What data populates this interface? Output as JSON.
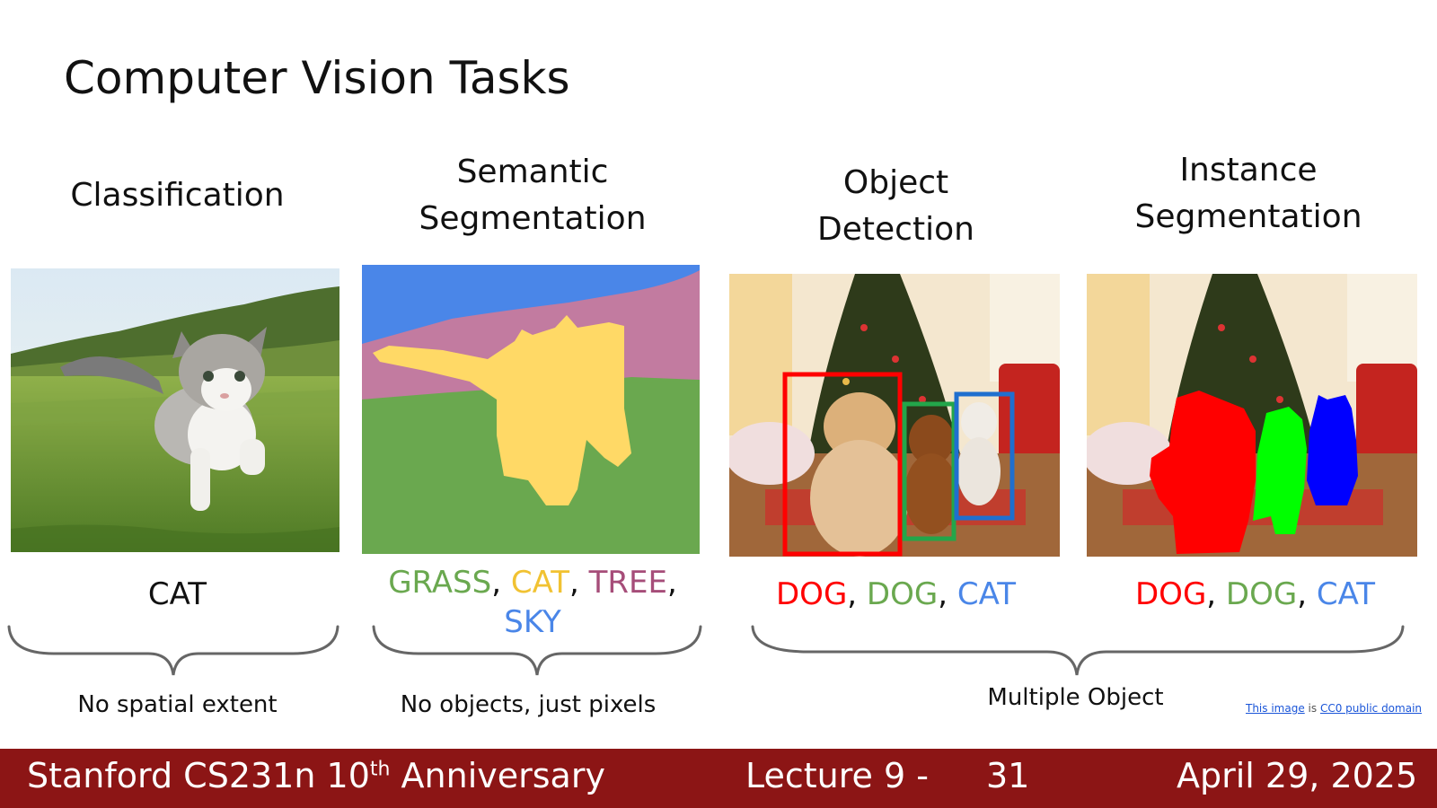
{
  "slide": {
    "title": "Computer Vision Tasks",
    "columns": [
      {
        "heading": [
          "Classification"
        ],
        "labels": [
          {
            "text": "CAT",
            "color": "#111111"
          }
        ]
      },
      {
        "heading": [
          "Semantic",
          "Segmentation"
        ],
        "labels": [
          {
            "text": "GRASS",
            "color": "#6aa84f"
          },
          {
            "text": "CAT",
            "color": "#f1c232"
          },
          {
            "text": "TREE",
            "color": "#a64d79"
          },
          {
            "text": "SKY",
            "color": "#4a86e8"
          }
        ]
      },
      {
        "heading": [
          "Object",
          "Detection"
        ],
        "labels": [
          {
            "text": "DOG",
            "color": "#ff0000"
          },
          {
            "text": "DOG",
            "color": "#6aa84f"
          },
          {
            "text": "CAT",
            "color": "#4a86e8"
          }
        ]
      },
      {
        "heading": [
          "Instance",
          "Segmentation"
        ],
        "labels": [
          {
            "text": "DOG",
            "color": "#ff0000"
          },
          {
            "text": "DOG",
            "color": "#6aa84f"
          },
          {
            "text": "CAT",
            "color": "#4a86e8"
          }
        ]
      }
    ],
    "captions": {
      "classification": "No spatial extent",
      "semantic": "No objects, just pixels",
      "multiple": "Multiple Object"
    },
    "credit": {
      "link1": "This image",
      "middle": " is ",
      "link2": "CC0 public domain"
    }
  },
  "footer": {
    "course": "Stanford CS231n 10",
    "course_sup": "th",
    "course_rest": " Anniversary",
    "lecture": "Lecture 9 -",
    "page": "31",
    "date": "April 29, 2025"
  },
  "colors": {
    "footer_bg": "#8c1515",
    "sky": "#4a86e8",
    "tree": "#c27ba0",
    "grass": "#6aa84f",
    "cat": "#ffd966",
    "red": "#ff0000",
    "green": "#00ff00",
    "blue": "#0000ff"
  }
}
